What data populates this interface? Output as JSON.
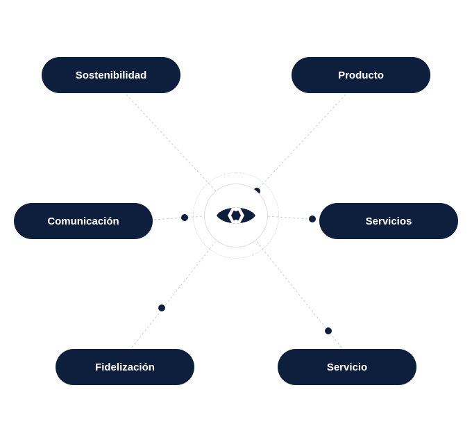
{
  "diagram": {
    "center": {
      "icon": "eye-hexagon-icon"
    },
    "nodes": [
      {
        "key": "sostenibilidad",
        "label": "Sostenibilidad"
      },
      {
        "key": "producto",
        "label": "Producto"
      },
      {
        "key": "comunicacion",
        "label": "Comunicación"
      },
      {
        "key": "servicios",
        "label": "Servicios"
      },
      {
        "key": "fidelizacion",
        "label": "Fidelización"
      },
      {
        "key": "servicio",
        "label": "Servicio"
      }
    ],
    "colors": {
      "node_background": "#0e1f3d",
      "node_text": "#ffffff",
      "connector_line": "#c9ced6",
      "connector_dot": "#0e1f3d",
      "hub_ring": "#d9dce1"
    }
  }
}
